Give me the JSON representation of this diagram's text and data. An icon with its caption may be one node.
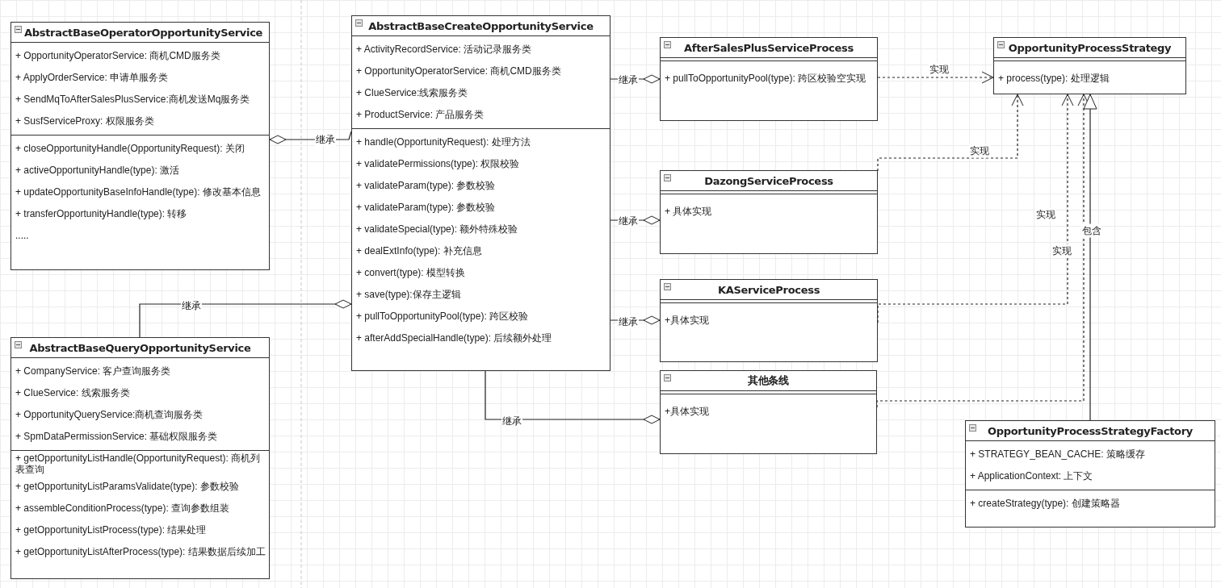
{
  "diagram": {
    "nodes": [
      {
        "text": [
          "AbstractBaseOperatorOpportunityService",
          "+ OpportunityOperatorService: 商机CMD服务类",
          "+ ApplyOrderService: 申请单服务类",
          "+ SendMqToAfterSalesPlusService:商机发送Mq服务类",
          "+ SusfServiceProxy: 权限服务类",
          "+ closeOpportunityHandle(OpportunityRequest): 关闭",
          "+ activeOpportunityHandle(type): 激活",
          "+ updateOpportunityBaseInfoHandle(type): 修改基本信息",
          "+ transferOpportunityHandle(type): 转移",
          "....."
        ]
      },
      {
        "text": [
          "AbstractBaseCreateOpportunityService",
          "+ ActivityRecordService: 活动记录服务类",
          "+ OpportunityOperatorService: 商机CMD服务类",
          "+ ClueService:线索服务类",
          "+ ProductService: 产品服务类",
          "+ handle(OpportunityRequest): 处理方法",
          "+ validatePermissions(type): 权限校验",
          "+ validateParam(type): 参数校验",
          "+ validateParam(type): 参数校验",
          "+ validateSpecial(type): 额外特殊校验",
          "+ dealExtInfo(type): 补充信息",
          "+ convert(type): 模型转换",
          "+ save(type):保存主逻辑",
          "+ pullToOpportunityPool(type): 跨区校验",
          "+ afterAddSpecialHandle(type): 后续额外处理"
        ]
      },
      {
        "text": [
          "AfterSalesPlusServiceProcess",
          "+ pullToOpportunityPool(type): 跨区校验空实现"
        ]
      },
      {
        "text": [
          "OpportunityProcessStrategy",
          "+ process(type): 处理逻辑"
        ]
      },
      {
        "text": [
          "DazongServiceProcess",
          "+ 具体实现"
        ]
      },
      {
        "text": [
          "KAServiceProcess",
          "+具体实现"
        ]
      },
      {
        "text": [
          "其他条线",
          "+具体实现"
        ]
      },
      {
        "text": [
          "AbstractBaseQueryOpportunityService",
          "+ CompanyService: 客户查询服务类",
          "+ ClueService: 线索服务类",
          "+ OpportunityQueryService:商机查询服务类",
          "+ SpmDataPermissionService: 基础权限服务类",
          "+ getOpportunityListHandle(OpportunityRequest): 商机列表查询",
          "+ getOpportunityListParamsValidate(type): 参数校验",
          "+ assembleConditionProcess(type): 查询参数组装",
          "+ getOpportunityListProcess(type): 结果处理",
          "+ getOpportunityListAfterProcess(type): 结果数据后续加工"
        ]
      },
      {
        "text": [
          "OpportunityProcessStrategyFactory",
          "+ STRATEGY_BEAN_CACHE: 策略缓存",
          "+ ApplicationContext: 上下文",
          "+ createStrategy(type): 创建策略器"
        ]
      }
    ],
    "edges": [
      {
        "from": 1,
        "to": 0,
        "arrow": "other",
        "label": "继承"
      },
      {
        "from": 7,
        "to": 1,
        "arrow": "other",
        "label": "继承"
      },
      {
        "from": 1,
        "to": 2,
        "arrow": "other",
        "label": "继承"
      },
      {
        "from": 1,
        "to": 4,
        "arrow": "other",
        "label": "继承"
      },
      {
        "from": 1,
        "to": 5,
        "arrow": "other",
        "label": "继承"
      },
      {
        "from": 1,
        "to": 6,
        "arrow": "other",
        "label": "继承"
      },
      {
        "from": 2,
        "to": 3,
        "arrow": "to",
        "label": "实现",
        "style": "dashed"
      },
      {
        "from": 4,
        "to": 3,
        "arrow": "to",
        "label": "实现",
        "style": "dashed"
      },
      {
        "from": 5,
        "to": 3,
        "arrow": "to",
        "label": "实现",
        "style": "dashed"
      },
      {
        "from": 6,
        "to": 3,
        "arrow": "to",
        "label": "实现",
        "style": "dashed"
      },
      {
        "from": 8,
        "to": 3,
        "arrow": "to",
        "label": "包含"
      }
    ]
  }
}
